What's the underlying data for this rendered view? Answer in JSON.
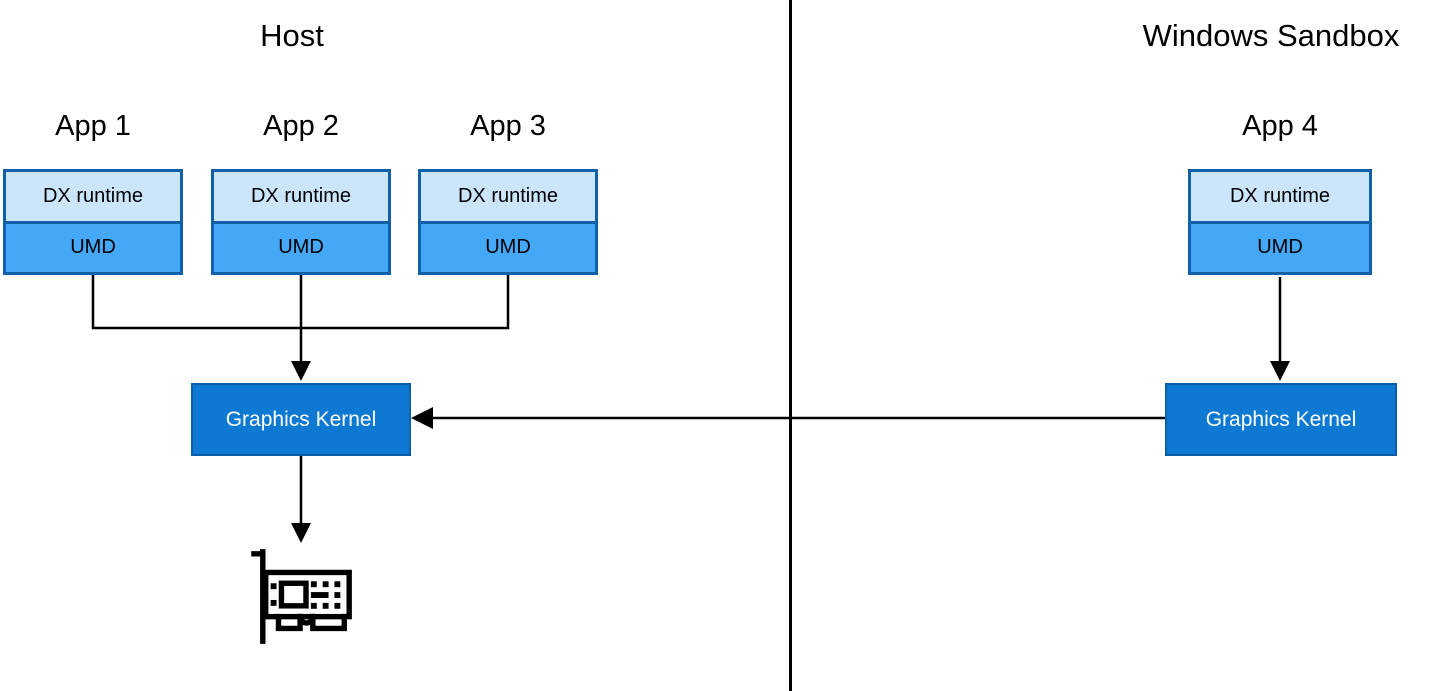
{
  "host": {
    "title": "Host",
    "kernel_label": "Graphics Kernel"
  },
  "sandbox": {
    "title": "Windows Sandbox",
    "kernel_label": "Graphics Kernel"
  },
  "apps": [
    {
      "label": "App 1",
      "top_layer": "DX runtime",
      "bottom_layer": "UMD"
    },
    {
      "label": "App 2",
      "top_layer": "DX runtime",
      "bottom_layer": "UMD"
    },
    {
      "label": "App 3",
      "top_layer": "DX runtime",
      "bottom_layer": "UMD"
    },
    {
      "label": "App 4",
      "top_layer": "DX runtime",
      "bottom_layer": "UMD"
    }
  ],
  "icons": {
    "gpu": "gpu-card-icon"
  },
  "colors": {
    "background": "#ffffff",
    "text": "#000000",
    "line": "#000000",
    "dx_fill": "#cbe6fb",
    "umd_fill": "#45a7f8",
    "app_border": "#1260a8",
    "kernel_fill": "#0d79d2",
    "kernel_border": "#0a5fa8",
    "kernel_text": "#ffffff"
  }
}
